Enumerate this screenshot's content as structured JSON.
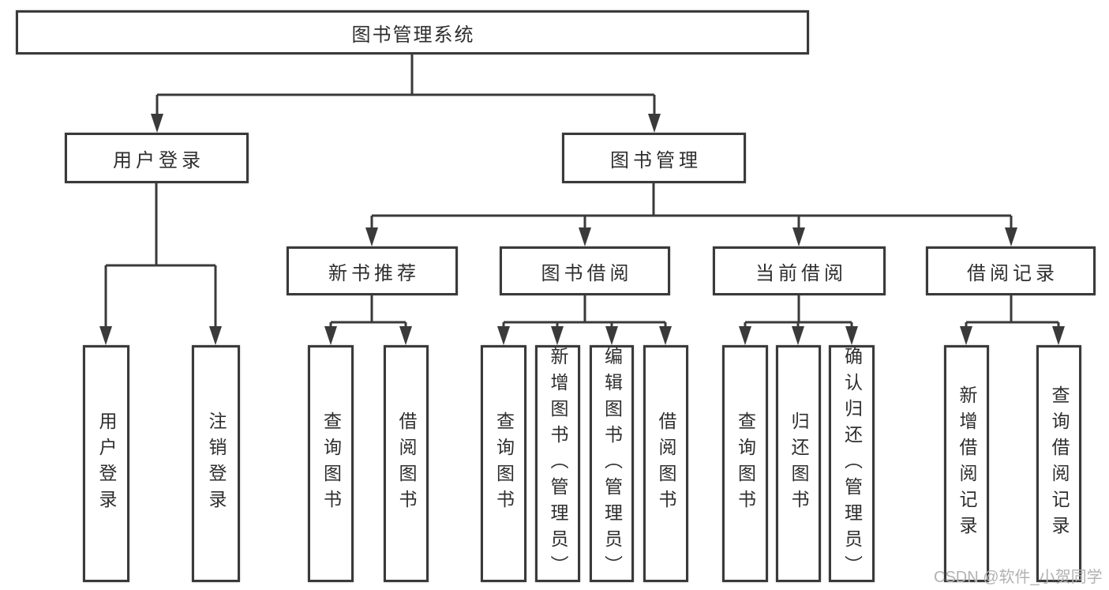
{
  "tree": {
    "root": "图书管理系统",
    "children": [
      {
        "label": "用户登录",
        "children": [
          {
            "label": "用户登录"
          },
          {
            "label": "注销登录"
          }
        ]
      },
      {
        "label": "图书管理",
        "children": [
          {
            "label": "新书推荐",
            "children": [
              {
                "label": "查询图书"
              },
              {
                "label": "借阅图书"
              }
            ]
          },
          {
            "label": "图书借阅",
            "children": [
              {
                "label": "查询图书"
              },
              {
                "label": "新增图书（管理员）"
              },
              {
                "label": "编辑图书（管理员）"
              },
              {
                "label": "借阅图书"
              }
            ]
          },
          {
            "label": "当前借阅",
            "children": [
              {
                "label": "查询图书"
              },
              {
                "label": "归还图书"
              },
              {
                "label": "确认归还（管理员）"
              }
            ]
          },
          {
            "label": "借阅记录",
            "children": [
              {
                "label": "新增借阅记录"
              },
              {
                "label": "查询借阅记录"
              }
            ]
          }
        ]
      }
    ]
  },
  "watermark": {
    "text": "CSDN @软件_小贺同学"
  },
  "colors": {
    "border": "#3a3a3a",
    "text": "#2e2e2e",
    "line": "#3a3a3a",
    "background": "#ffffff",
    "watermark": "#b2b2b2"
  }
}
